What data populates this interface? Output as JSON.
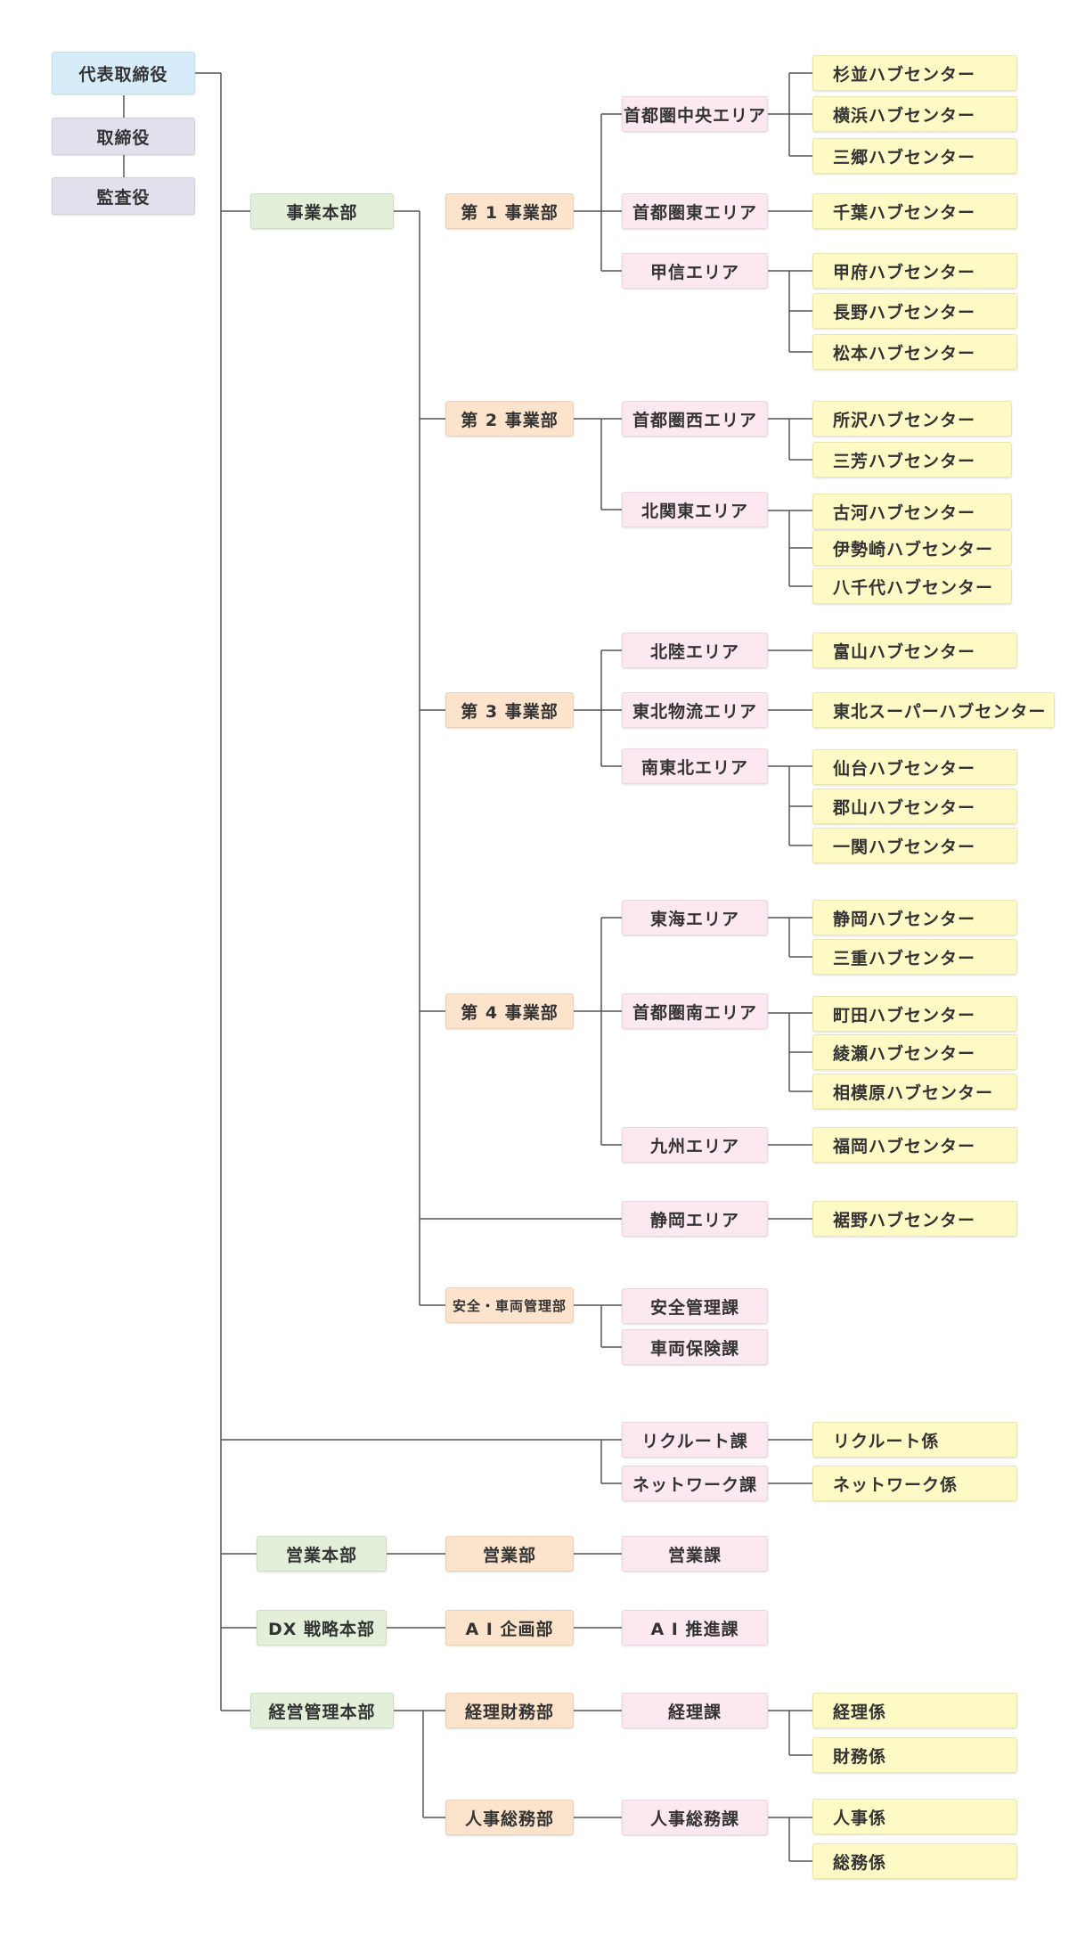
{
  "colors": {
    "exec": "#d6ecf8",
    "board": "#e3e0ee",
    "hq": "#e2efd9",
    "dept": "#fce3cc",
    "sec": "#fce8f1",
    "unit": "#fefac5",
    "line": "#555555"
  },
  "nodes": {
    "ceo": "代表取締役",
    "director": "取締役",
    "auditor": "監査役",
    "ops_hq": "事業本部",
    "d1": "第 1 事業部",
    "a_shutoken_chuo": "首都圏中央エリア",
    "h_suginami": "杉並ハブセンター",
    "h_yokohama": "横浜ハブセンター",
    "h_misato": "三郷ハブセンター",
    "a_shutoken_higashi": "首都圏東エリア",
    "h_chiba": "千葉ハブセンター",
    "a_koshin": "甲信エリア",
    "h_kofu": "甲府ハブセンター",
    "h_nagano": "長野ハブセンター",
    "h_matsumoto": "松本ハブセンター",
    "d2": "第 2 事業部",
    "a_shutoken_nishi": "首都圏西エリア",
    "h_tokorozawa": "所沢ハブセンター",
    "h_miyoshi": "三芳ハブセンター",
    "a_kitakanto": "北関東エリア",
    "h_koga": "古河ハブセンター",
    "h_isesaki": "伊勢崎ハブセンター",
    "h_yachiyo": "八千代ハブセンター",
    "d3": "第 3 事業部",
    "a_hokuriku": "北陸エリア",
    "h_toyama": "富山ハブセンター",
    "a_tohoku_butsuryu": "東北物流エリア",
    "h_tohoku_super": "東北スーパーハブセンター",
    "a_minami_tohoku": "南東北エリア",
    "h_sendai": "仙台ハブセンター",
    "h_koriyama": "郡山ハブセンター",
    "h_ichinoseki": "一関ハブセンター",
    "d4": "第 4 事業部",
    "a_tokai": "東海エリア",
    "h_shizuoka": "静岡ハブセンター",
    "h_mie": "三重ハブセンター",
    "a_shutoken_minami": "首都圏南エリア",
    "h_machida": "町田ハブセンター",
    "h_ayase": "綾瀬ハブセンター",
    "h_sagamihara": "相模原ハブセンター",
    "a_kyushu": "九州エリア",
    "h_fukuoka": "福岡ハブセンター",
    "a_shizuoka": "静岡エリア",
    "h_susono": "裾野ハブセンター",
    "d_safety": "安全・車両管理部",
    "s_safety": "安全管理課",
    "s_insurance": "車両保険課",
    "s_recruit": "リクルート課",
    "u_recruit": "リクルート係",
    "s_network": "ネットワーク課",
    "u_network": "ネットワーク係",
    "sales_hq": "営業本部",
    "d_sales": "営業部",
    "s_sales": "営業課",
    "dx_hq": "DX 戦略本部",
    "d_ai": "A I 企画部",
    "s_ai": "A I 推進課",
    "mgmt_hq": "経営管理本部",
    "d_finance": "経理財務部",
    "s_accounting": "経理課",
    "u_accounting": "経理係",
    "u_finance": "財務係",
    "d_hr": "人事総務部",
    "s_hr": "人事総務課",
    "u_hr": "人事係",
    "u_ga": "総務係"
  }
}
